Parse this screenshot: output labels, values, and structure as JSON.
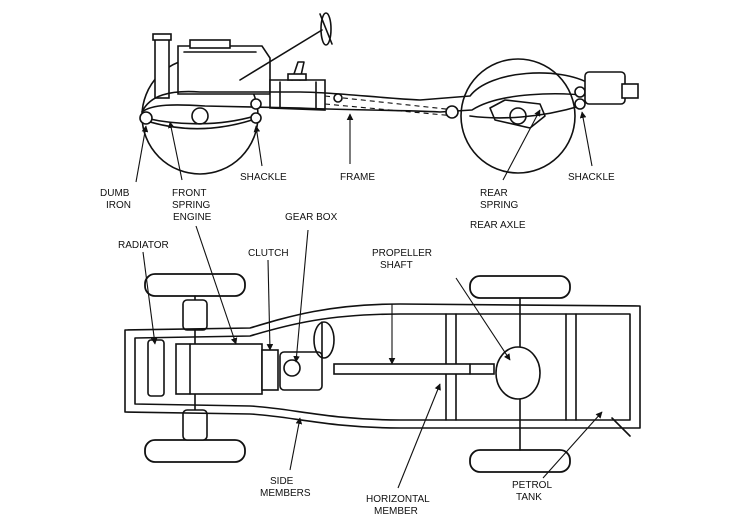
{
  "labels": {
    "dumb_iron_1": "DUMB",
    "dumb_iron_2": "IRON",
    "front_spring_1": "FRONT",
    "front_spring_2": "SPRING",
    "shackle_front": "SHACKLE",
    "frame": "FRAME",
    "rear_spring_1": "REAR",
    "rear_spring_2": "SPRING",
    "shackle_rear": "SHACKLE",
    "engine": "ENGINE",
    "gear_box": "GEAR BOX",
    "rear_axle": "REAR AXLE",
    "radiator": "RADIATOR",
    "clutch": "CLUTCH",
    "propeller_shaft_1": "PROPELLER",
    "propeller_shaft_2": "SHAFT",
    "side_members_1": "SIDE",
    "side_members_2": "MEMBERS",
    "horizontal_member_1": "HORIZONTAL",
    "horizontal_member_2": "MEMBER",
    "petrol_tank_1": "PETROL",
    "petrol_tank_2": "TANK"
  }
}
